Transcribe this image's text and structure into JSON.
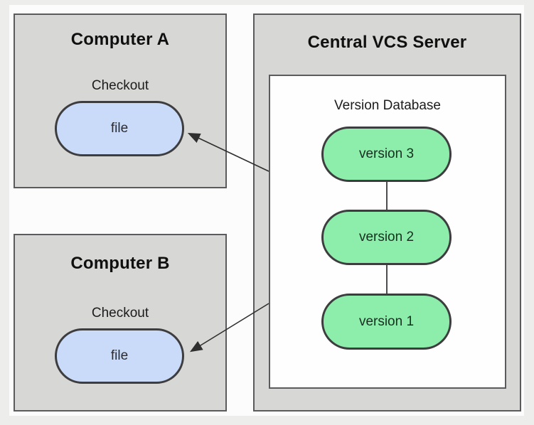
{
  "diagram": {
    "computer_a": {
      "title": "Computer A",
      "action_label": "Checkout",
      "node_label": "file"
    },
    "computer_b": {
      "title": "Computer B",
      "action_label": "Checkout",
      "node_label": "file"
    },
    "server": {
      "title": "Central VCS Server",
      "database_title": "Version Database",
      "versions": [
        "version 3",
        "version 2",
        "version 1"
      ]
    },
    "colors": {
      "outer_bg": "#ededeb",
      "inner_bg": "#fcfcfc",
      "box_fill": "#d7d7d5",
      "box_border": "#5b5b5d",
      "file_fill": "#c9dbf8",
      "version_fill": "#8deeac",
      "pill_border": "#3d3d3f",
      "arrow": "#2f2f2f"
    }
  }
}
